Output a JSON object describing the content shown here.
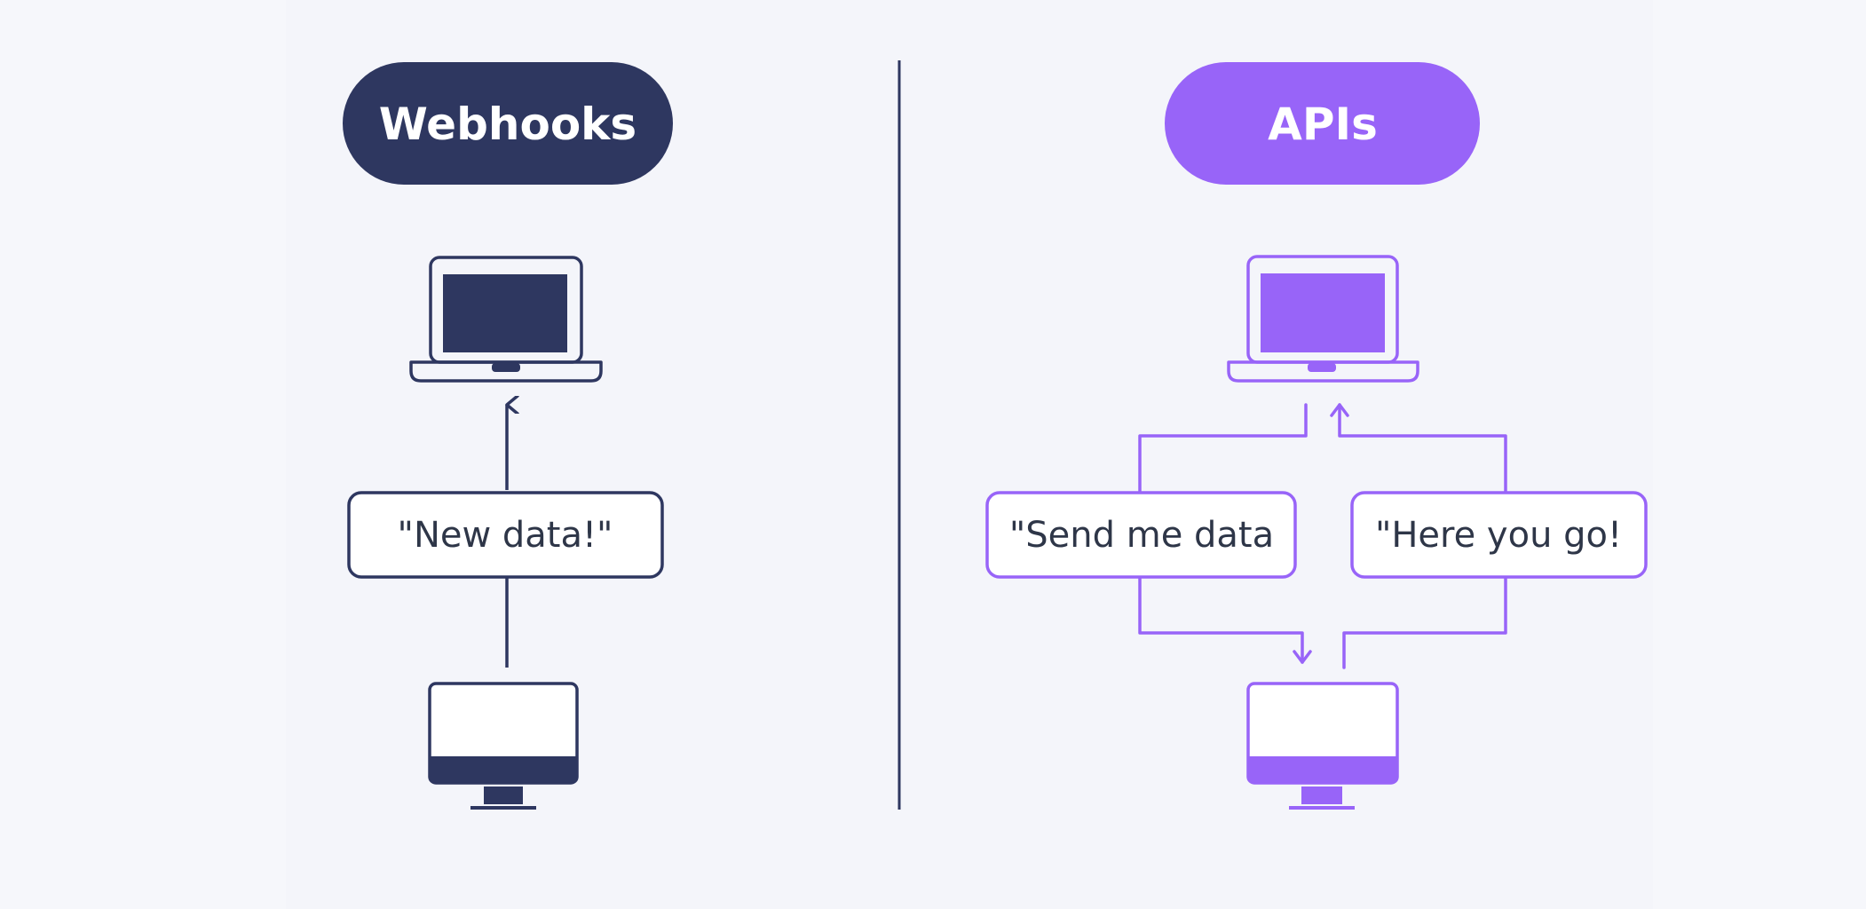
{
  "colors": {
    "background": "#f6f7fb",
    "webhooks": "#2e3760",
    "apis": "#9864f8",
    "text": "#2e3648",
    "divider": "#2e3760"
  },
  "webhooks": {
    "title": "Webhooks",
    "message": "\"New data!\"",
    "top_device_icon": "laptop-icon",
    "bottom_device_icon": "monitor-icon"
  },
  "apis": {
    "title": "APIs",
    "request_message": "\"Send me data",
    "response_message": "\"Here you go!",
    "top_device_icon": "laptop-icon",
    "bottom_device_icon": "monitor-icon"
  }
}
